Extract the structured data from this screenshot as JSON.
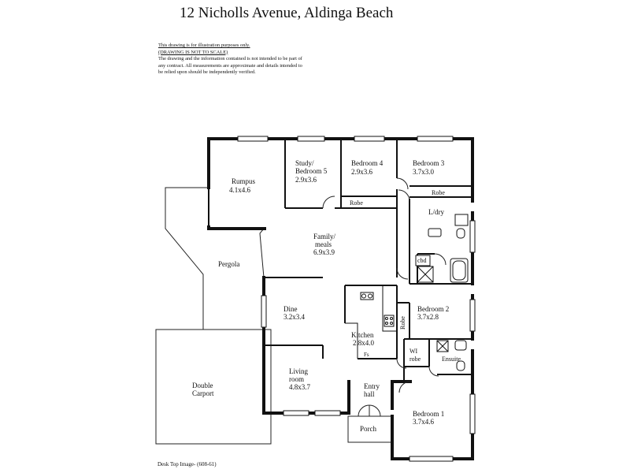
{
  "title": "12 Nicholls Avenue,  Aldinga Beach",
  "disclaimer": {
    "line1": "This drawing is for illustration purposes only.",
    "line2": "(DRAWING IS NOT TO SCALE)",
    "body": "The drawing and the information contained is not intended to be part of any contract.  All measurements are approximate and details intended to be relied upon should be independently verified."
  },
  "footer": "Desk Top Image-  (608-61)",
  "rooms": {
    "rumpus": {
      "name": "Rumpus",
      "size": "4.1x4.6"
    },
    "study": {
      "name1": "Study/",
      "name2": "Bedroom 5",
      "size": "2.9x3.6"
    },
    "bedroom4": {
      "name": "Bedroom 4",
      "size": "2.9x3.6"
    },
    "bedroom3": {
      "name": "Bedroom 3",
      "size": "3.7x3.0"
    },
    "robe_b4": "Robe",
    "robe_b3": "Robe",
    "ldry": "L/dry",
    "family": {
      "name1": "Family/",
      "name2": "meals",
      "size": "6.9x3.9"
    },
    "pergola": "Pergola",
    "cbd": "cbd",
    "dine": {
      "name": "Dine",
      "size": "3.2x3.4"
    },
    "kitchen": {
      "name": "Kitchen",
      "size": "2.8x4.0"
    },
    "fs": "Fs",
    "robe_b2": "Robe",
    "bedroom2": {
      "name": "Bedroom 2",
      "size": "3.7x2.8"
    },
    "wi_robe": {
      "line1": "WI",
      "line2": "robe"
    },
    "ensuite": "Ensuite",
    "carport": {
      "line1": "Double",
      "line2": "Carport"
    },
    "living": {
      "name1": "Living",
      "name2": "room",
      "size": "4.8x3.7"
    },
    "entry": {
      "line1": "Entry",
      "line2": "hall"
    },
    "porch": "Porch",
    "bedroom1": {
      "name": "Bedroom 1",
      "size": "3.7x4.6"
    }
  }
}
